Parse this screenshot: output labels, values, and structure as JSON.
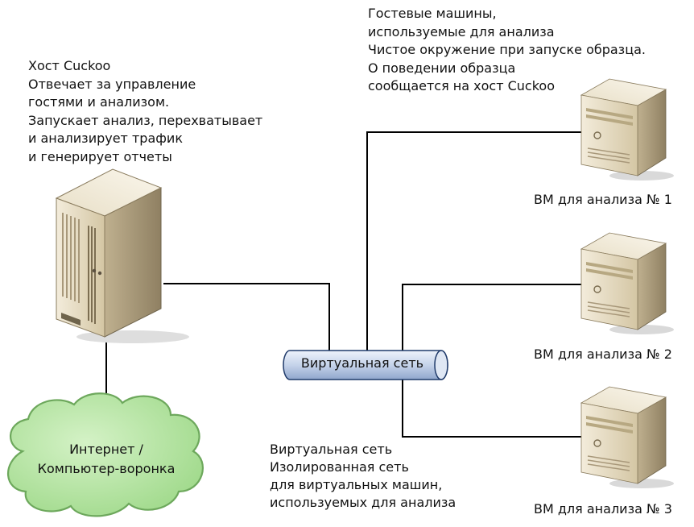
{
  "guest_description": {
    "lines": [
      "Гостевые машины,",
      "используемые для анализа",
      "Чистое окружение при запуске образца.",
      "О поведении образца",
      "сообщается на хост Cuckoo"
    ]
  },
  "host_description": {
    "lines": [
      "Хост Cuckoo",
      "Отвечает за управление",
      "гостями и анализом.",
      "Запускает анализ, перехватывает",
      "и анализирует трафик",
      "и генерирует отчеты"
    ]
  },
  "network_description": {
    "lines": [
      "Виртуальная сеть",
      "Изолированная сеть",
      "для виртуальных машин,",
      "используемых для анализа"
    ]
  },
  "network_pipe": {
    "label": "Виртуальная сеть"
  },
  "cloud": {
    "lines": [
      "Интернет /",
      "Компьютер-воронка"
    ]
  },
  "vms": [
    {
      "label": "ВМ для анализа № 1"
    },
    {
      "label": "ВМ для анализа № 2"
    },
    {
      "label": "ВМ для анализа № 3"
    }
  ],
  "colors": {
    "server_body": "#ded1b2",
    "server_side": "#a8987a",
    "server_top": "#efe8d6",
    "cloud_fill": "#b8e8a6",
    "cloud_stroke": "#6da85c",
    "pipe_fill": "#c9d6ea",
    "pipe_stroke": "#1f3a6a",
    "line": "#000000"
  }
}
